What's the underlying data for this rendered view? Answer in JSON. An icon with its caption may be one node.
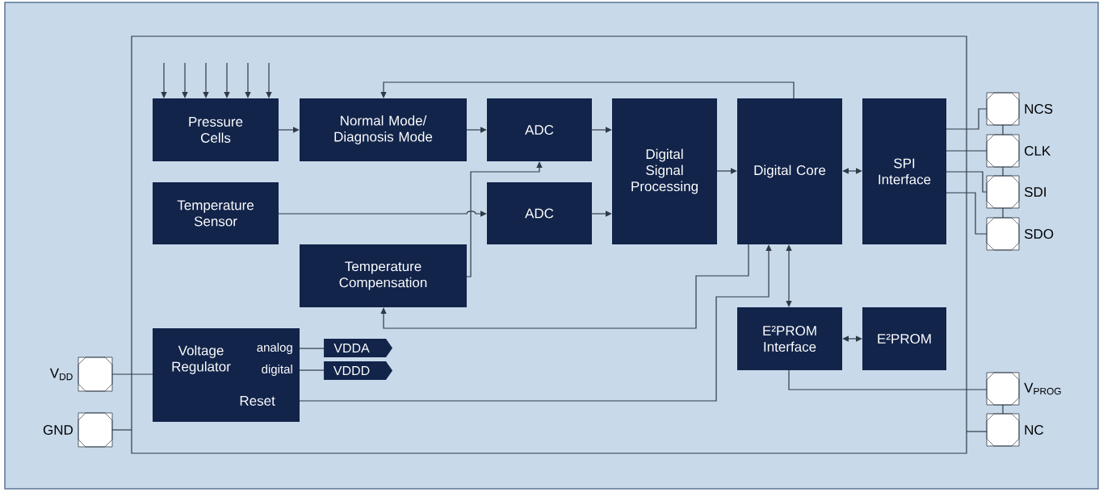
{
  "diagram": {
    "nodes": [
      {
        "text": [],
        "shape": "box"
      },
      {
        "text": [
          "Pressure Cells"
        ],
        "in": 0
      },
      {
        "text": [
          "Normal Mode/ Diagnosis Mode"
        ],
        "in": 0
      },
      {
        "text": [
          "ADC"
        ],
        "in": 0
      },
      {
        "text": [
          "Digital Signal Processing"
        ],
        "in": 0
      },
      {
        "text": [
          "Digital Core"
        ],
        "in": 0
      },
      {
        "text": [
          "SPI Interface"
        ],
        "in": 0
      },
      {
        "text": [
          "Temperature Sensor"
        ],
        "in": 0
      },
      {
        "text": [
          "ADC"
        ],
        "in": 0
      },
      {
        "text": [
          "Temperature Compensation"
        ],
        "in": 0
      },
      {
        "text": [
          "Voltage Regulator",
          "analog",
          "digital",
          "Reset"
        ],
        "in": 0
      },
      {
        "text": [
          "VDDA"
        ],
        "in": 0
      },
      {
        "text": [
          "VDDD"
        ],
        "in": 0
      },
      {
        "text": [
          "E²PROM Interface"
        ],
        "in": 0
      },
      {
        "text": [
          "E²PROM"
        ],
        "in": 0
      },
      {
        "text": [],
        "shape": "box",
        "beside": [
          "NCS"
        ]
      },
      {
        "text": [],
        "shape": "box",
        "beside": [
          "CLK"
        ]
      },
      {
        "text": [],
        "shape": "box",
        "beside": [
          "SDI"
        ]
      },
      {
        "text": [],
        "shape": "box",
        "beside": [
          "SDO"
        ]
      },
      {
        "text": [],
        "shape": "box",
        "beside": [
          "V$_{PROG}$"
        ]
      },
      {
        "text": [],
        "shape": "box",
        "beside": [
          "NC"
        ]
      },
      {
        "text": [],
        "shape": "box",
        "beside": [
          "V$_{DD}$"
        ]
      },
      {
        "text": [],
        "shape": "box",
        "beside": [
          "GND"
        ]
      }
    ],
    "edges": [
      {
        "from": null,
        "to": 1,
        "arrow": "to"
      },
      {
        "from": null,
        "to": 1,
        "arrow": "to"
      },
      {
        "from": null,
        "to": 1,
        "arrow": "to"
      },
      {
        "from": null,
        "to": 1,
        "arrow": "to"
      },
      {
        "from": null,
        "to": 1,
        "arrow": "to"
      },
      {
        "from": null,
        "to": 1,
        "arrow": "to"
      },
      {
        "from": 1,
        "to": 2,
        "arrow": "to"
      },
      {
        "from": 2,
        "to": 3,
        "arrow": "to"
      },
      {
        "from": 3,
        "to": 4,
        "arrow": "to"
      },
      {
        "from": 8,
        "to": 4,
        "arrow": "to"
      },
      {
        "from": 4,
        "to": 5,
        "arrow": "to"
      },
      {
        "from": 5,
        "to": 6,
        "arrow": "both"
      },
      {
        "from": 5,
        "to": 2,
        "arrow": "to"
      },
      {
        "from": 7,
        "to": 8,
        "arrow": "to"
      },
      {
        "from": 9,
        "to": 3,
        "arrow": "to"
      },
      {
        "from": 5,
        "to": 9,
        "arrow": "to"
      },
      {
        "from": 10,
        "to": 5,
        "arrow": "to"
      },
      {
        "from": 5,
        "to": 13,
        "arrow": "both"
      },
      {
        "from": 13,
        "to": 14,
        "arrow": "both"
      },
      {
        "from": 13,
        "to": 19,
        "arrow": "none"
      },
      {
        "from": 6,
        "to": 15,
        "arrow": "none"
      },
      {
        "from": 6,
        "to": 16,
        "arrow": "none"
      },
      {
        "from": 6,
        "to": 17,
        "arrow": "none"
      },
      {
        "from": 6,
        "to": 18,
        "arrow": "none"
      },
      {
        "from": 15,
        "to": 16,
        "arrow": "none"
      },
      {
        "from": 16,
        "to": 17,
        "arrow": "none"
      },
      {
        "from": 17,
        "to": 18,
        "arrow": "none"
      },
      {
        "from": 19,
        "to": 20,
        "arrow": "none"
      },
      {
        "from": 21,
        "to": 10,
        "arrow": "none"
      },
      {
        "from": 22,
        "to": 0,
        "arrow": "none"
      },
      {
        "from": 20,
        "to": 0,
        "arrow": "none"
      },
      {
        "from": 10,
        "to": 11,
        "arrow": "none"
      },
      {
        "from": 10,
        "to": 12,
        "arrow": "none"
      }
    ]
  }
}
